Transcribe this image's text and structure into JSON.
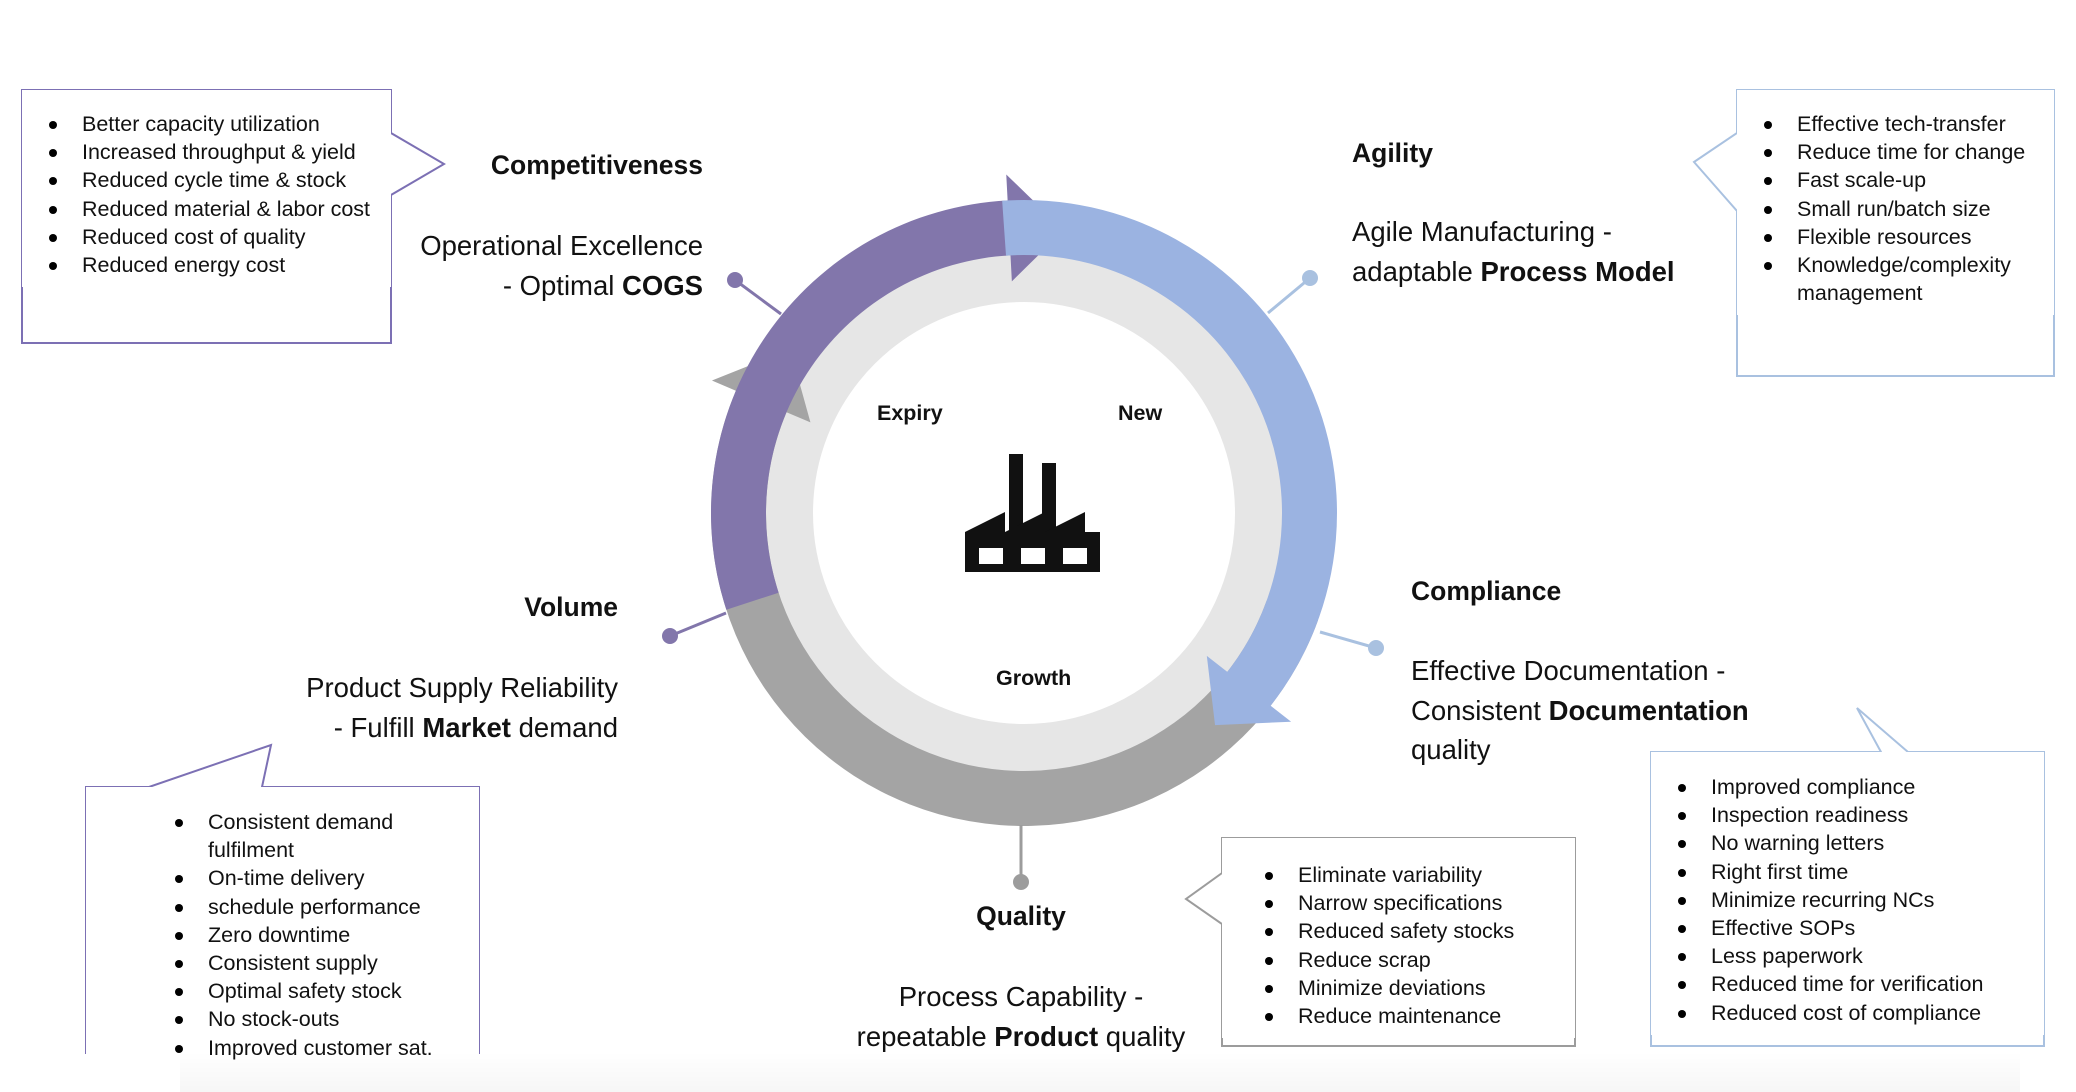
{
  "colors": {
    "purple": "#8276ab",
    "blue": "#9bb3e1",
    "gray": "#a4a4a4",
    "inner_ring": "#e6e6e6",
    "purple_border": "#7c70b4",
    "blue_border": "#a9c1e0",
    "gray_border": "#9c9c9c"
  },
  "center_icon": "factory-icon",
  "ring_labels": {
    "expiry": "Expiry",
    "new": "New",
    "growth": "Growth"
  },
  "competitiveness": {
    "label": "Competitiveness",
    "desc_line1": "Operational Excellence",
    "desc_line2_prefix": "- Optimal ",
    "desc_line2_bold": "COGS",
    "items": [
      "Better capacity utilization",
      "Increased throughput & yield",
      "Reduced cycle time & stock",
      "Reduced material & labor cost",
      "Reduced cost of quality",
      "Reduced energy cost"
    ]
  },
  "agility": {
    "label": "Agility",
    "desc_line1": "Agile Manufacturing -",
    "desc_line2_prefix": "adaptable ",
    "desc_line2_bold": "Process Model",
    "items": [
      "Effective tech-transfer",
      "Reduce time for change",
      "Fast scale-up",
      "Small run/batch size",
      "Flexible resources",
      "Knowledge/complexity management"
    ]
  },
  "compliance": {
    "label": "Compliance",
    "desc_line1": "Effective Documentation -",
    "desc_line2_prefix": "Consistent ",
    "desc_line2_bold": "Documentation",
    "desc_line3": "quality",
    "items": [
      "Improved compliance",
      "Inspection readiness",
      "No warning letters",
      "Right first time",
      "Minimize recurring NCs",
      "Effective SOPs",
      "Less paperwork",
      "Reduced time for verification",
      "Reduced cost of compliance"
    ]
  },
  "volume": {
    "label": "Volume",
    "desc_line1": "Product Supply Reliability",
    "desc_line2_prefix": "- Fulfill ",
    "desc_line2_bold": "Market",
    "desc_line2_suffix": " demand",
    "items": [
      "Consistent demand fulfilment",
      "On-time delivery",
      "schedule performance",
      "Zero downtime",
      "Consistent supply",
      "Optimal safety stock",
      "No stock-outs",
      "Improved customer sat."
    ]
  },
  "quality": {
    "label": "Quality",
    "desc_line1": "Process Capability -",
    "desc_line2_prefix": "repeatable ",
    "desc_line2_bold": "Product",
    "desc_line2_suffix": " quality",
    "items": [
      "Eliminate variability",
      "Narrow specifications",
      "Reduced safety stocks",
      "Reduce scrap",
      "Minimize deviations",
      "Reduce maintenance"
    ]
  }
}
